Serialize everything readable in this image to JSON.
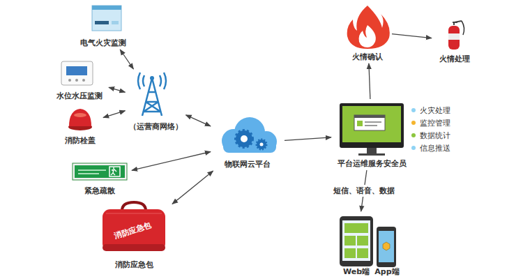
{
  "diagram": {
    "nodes": [
      {
        "text": [
          "电气火灾监测"
        ]
      },
      {
        "text": [
          "水位水压监测"
        ]
      },
      {
        "text": [
          "消防栓盖"
        ]
      },
      {
        "text": [
          "（运营商网络）"
        ]
      },
      {
        "text": [
          "紧急疏散"
        ]
      },
      {
        "text": [
          "消防应急包"
        ]
      },
      {
        "text": [
          "物联网云平台"
        ]
      },
      {
        "text": [
          "平台运维服务安全员"
        ]
      },
      {
        "text": [
          "火情确认"
        ]
      },
      {
        "text": [
          "火情处理"
        ]
      },
      {
        "text": [
          "Web端"
        ]
      },
      {
        "text": [
          "App端"
        ]
      }
    ],
    "edges": [
      {
        "from": 0,
        "to": 3,
        "arrow": "both"
      },
      {
        "from": 1,
        "to": 3,
        "arrow": "both"
      },
      {
        "from": 2,
        "to": 3,
        "arrow": "both"
      },
      {
        "from": 3,
        "to": 6,
        "arrow": "both"
      },
      {
        "from": 4,
        "to": 6,
        "arrow": "both"
      },
      {
        "from": 5,
        "to": 6,
        "arrow": "both"
      },
      {
        "from": 6,
        "to": 7,
        "arrow": "to"
      },
      {
        "from": 7,
        "to": 8,
        "arrow": "to"
      },
      {
        "from": 8,
        "to": 9,
        "arrow": "to"
      },
      {
        "from": 7,
        "to": 10,
        "label": "短信、语音、数据",
        "arrow": "to"
      }
    ],
    "labels": [
      "消防应急包"
    ],
    "legend": [
      {
        "text": "火灾处理",
        "color": "#8fd3f4"
      },
      {
        "text": "监控管理",
        "color": "#f5b52e"
      },
      {
        "text": "数据统计",
        "color": "#8dc63f"
      },
      {
        "text": "信息推送",
        "color": "#8fd3f4"
      }
    ]
  }
}
